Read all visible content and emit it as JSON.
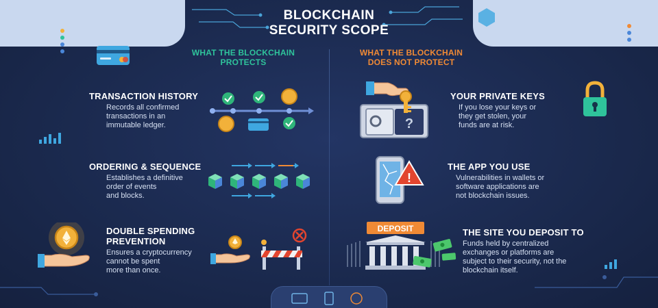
{
  "title": {
    "line1": "BLOCKCHAIN",
    "line2": "SECURITY SCOPE"
  },
  "columns": {
    "left_heading": {
      "line1": "WHAT THE BLOCKCHAIN",
      "line2": "PROTECTS"
    },
    "right_heading": {
      "line1": "WHAT THE BLOCKCHAIN",
      "line2": "DOES NOT PROTECT"
    }
  },
  "protects": [
    {
      "title": "TRANSACTION HISTORY",
      "desc": [
        "Records all confirmed",
        "transactions in an",
        "immutable ledger."
      ]
    },
    {
      "title": "ORDERING & SEQUENCE",
      "desc": [
        "Establishes a definitive",
        "order of events",
        "and blocks."
      ]
    },
    {
      "title_lines": [
        "DOUBLE SPENDING",
        "PREVENTION"
      ],
      "desc": [
        "Ensures a cryptocurrency",
        "cannot be spent",
        "more than once."
      ]
    }
  ],
  "not_protects": [
    {
      "title": "YOUR PRIVATE KEYS",
      "desc": [
        "If you lose your keys or",
        "they get stolen, your",
        "funds are at risk."
      ]
    },
    {
      "title": "THE APP YOU USE",
      "desc": [
        "Vulnerabilities in wallets or",
        "software applications are",
        "not blockchain issues."
      ]
    },
    {
      "title": "THE SITE YOU DEPOSIT TO",
      "desc": [
        "Funds held by centralized",
        "exchanges or platforms are",
        "subject to their security, not the",
        "blockchain itself."
      ]
    }
  ],
  "icon_labels": {
    "deposit": "DEPOSIT",
    "question": "?",
    "warning": "!"
  },
  "colors": {
    "background": "#1d2b4f",
    "protects_accent": "#2fc39b",
    "not_protects_accent": "#f08a35",
    "gold": "#f2b13a",
    "danger": "#e2452f"
  },
  "icons": [
    "credit-card-icon",
    "check-icon",
    "coin-icon",
    "block-icon",
    "ethereum-coin-icon",
    "hand-icon",
    "barrier-icon",
    "vault-icon",
    "key-icon",
    "smartphone-icon",
    "warning-icon",
    "padlock-icon",
    "bank-icon",
    "cash-icon",
    "cancel-icon"
  ]
}
